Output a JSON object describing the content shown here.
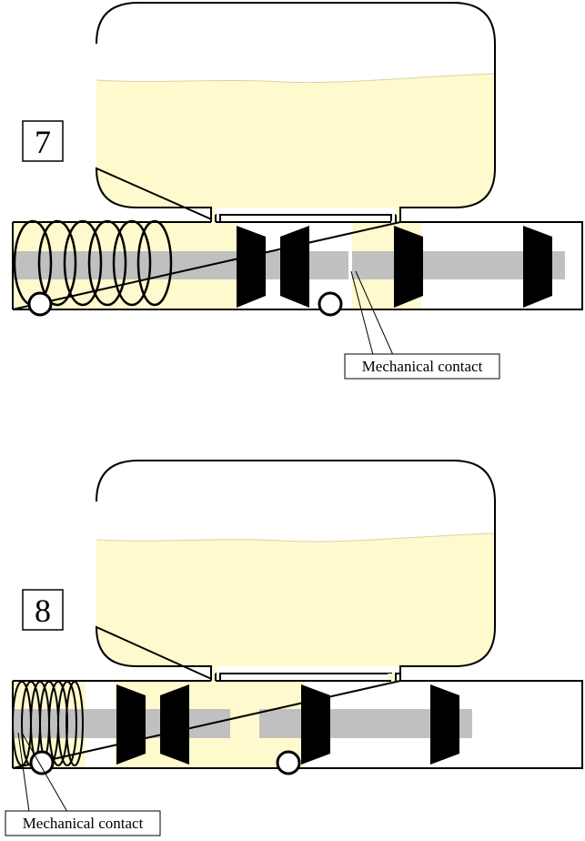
{
  "stages": [
    {
      "number": "7",
      "callout": "Mechanical contact"
    },
    {
      "number": "8",
      "callout": "Mechanical contact"
    }
  ],
  "colors": {
    "fluid": "#fffacd",
    "rod": "#c0c0c0",
    "seal": "#000000",
    "outline": "#000000",
    "background": "#ffffff"
  }
}
